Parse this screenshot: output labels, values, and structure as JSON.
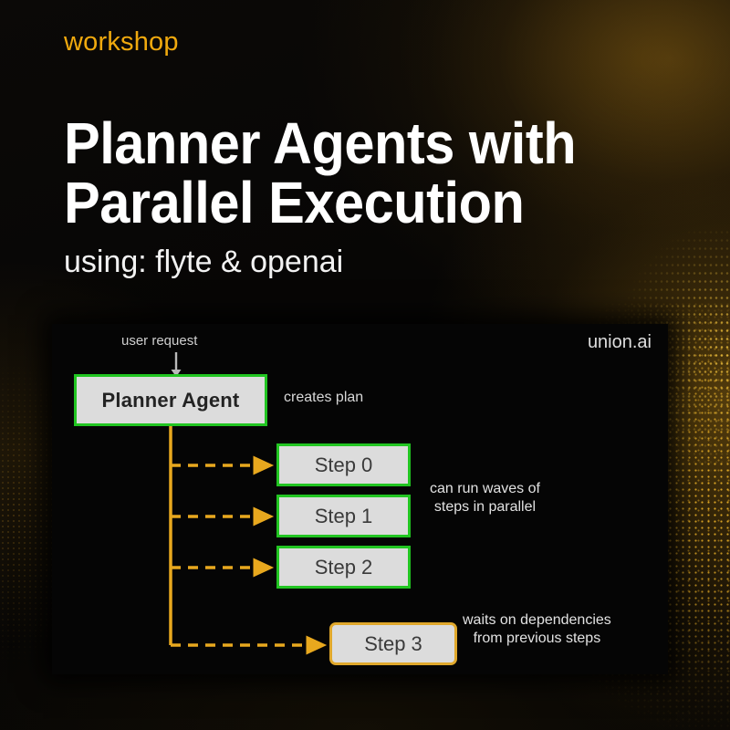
{
  "theme": {
    "accent_amber": "#f0a90e",
    "node_border_green": "#21c521",
    "node_border_amber": "#e0a82c",
    "node_fill": "#dcdcdc",
    "connector_amber": "#e8a81e",
    "background": "#060504",
    "panel_background": "#050505",
    "title_color": "#ffffff"
  },
  "header": {
    "eyebrow": "workshop",
    "title_line_1": "Planner Agents with",
    "title_line_2": "Parallel Execution",
    "subtitle": "using: flyte & openai"
  },
  "panel": {
    "brand": "union.ai",
    "input_label": "user request",
    "input_arrow_icon": "arrow-down-icon",
    "planner_node": "Planner Agent",
    "planner_edge_label": "creates plan",
    "steps": [
      {
        "label": "Step 0",
        "border": "green"
      },
      {
        "label": "Step 1",
        "border": "green"
      },
      {
        "label": "Step 2",
        "border": "green"
      },
      {
        "label": "Step 3",
        "border": "amber"
      }
    ],
    "notes": [
      {
        "line_1": "can run waves of",
        "line_2": "steps in parallel"
      },
      {
        "line_1": "waits on dependencies",
        "line_2": "from previous steps"
      }
    ]
  }
}
